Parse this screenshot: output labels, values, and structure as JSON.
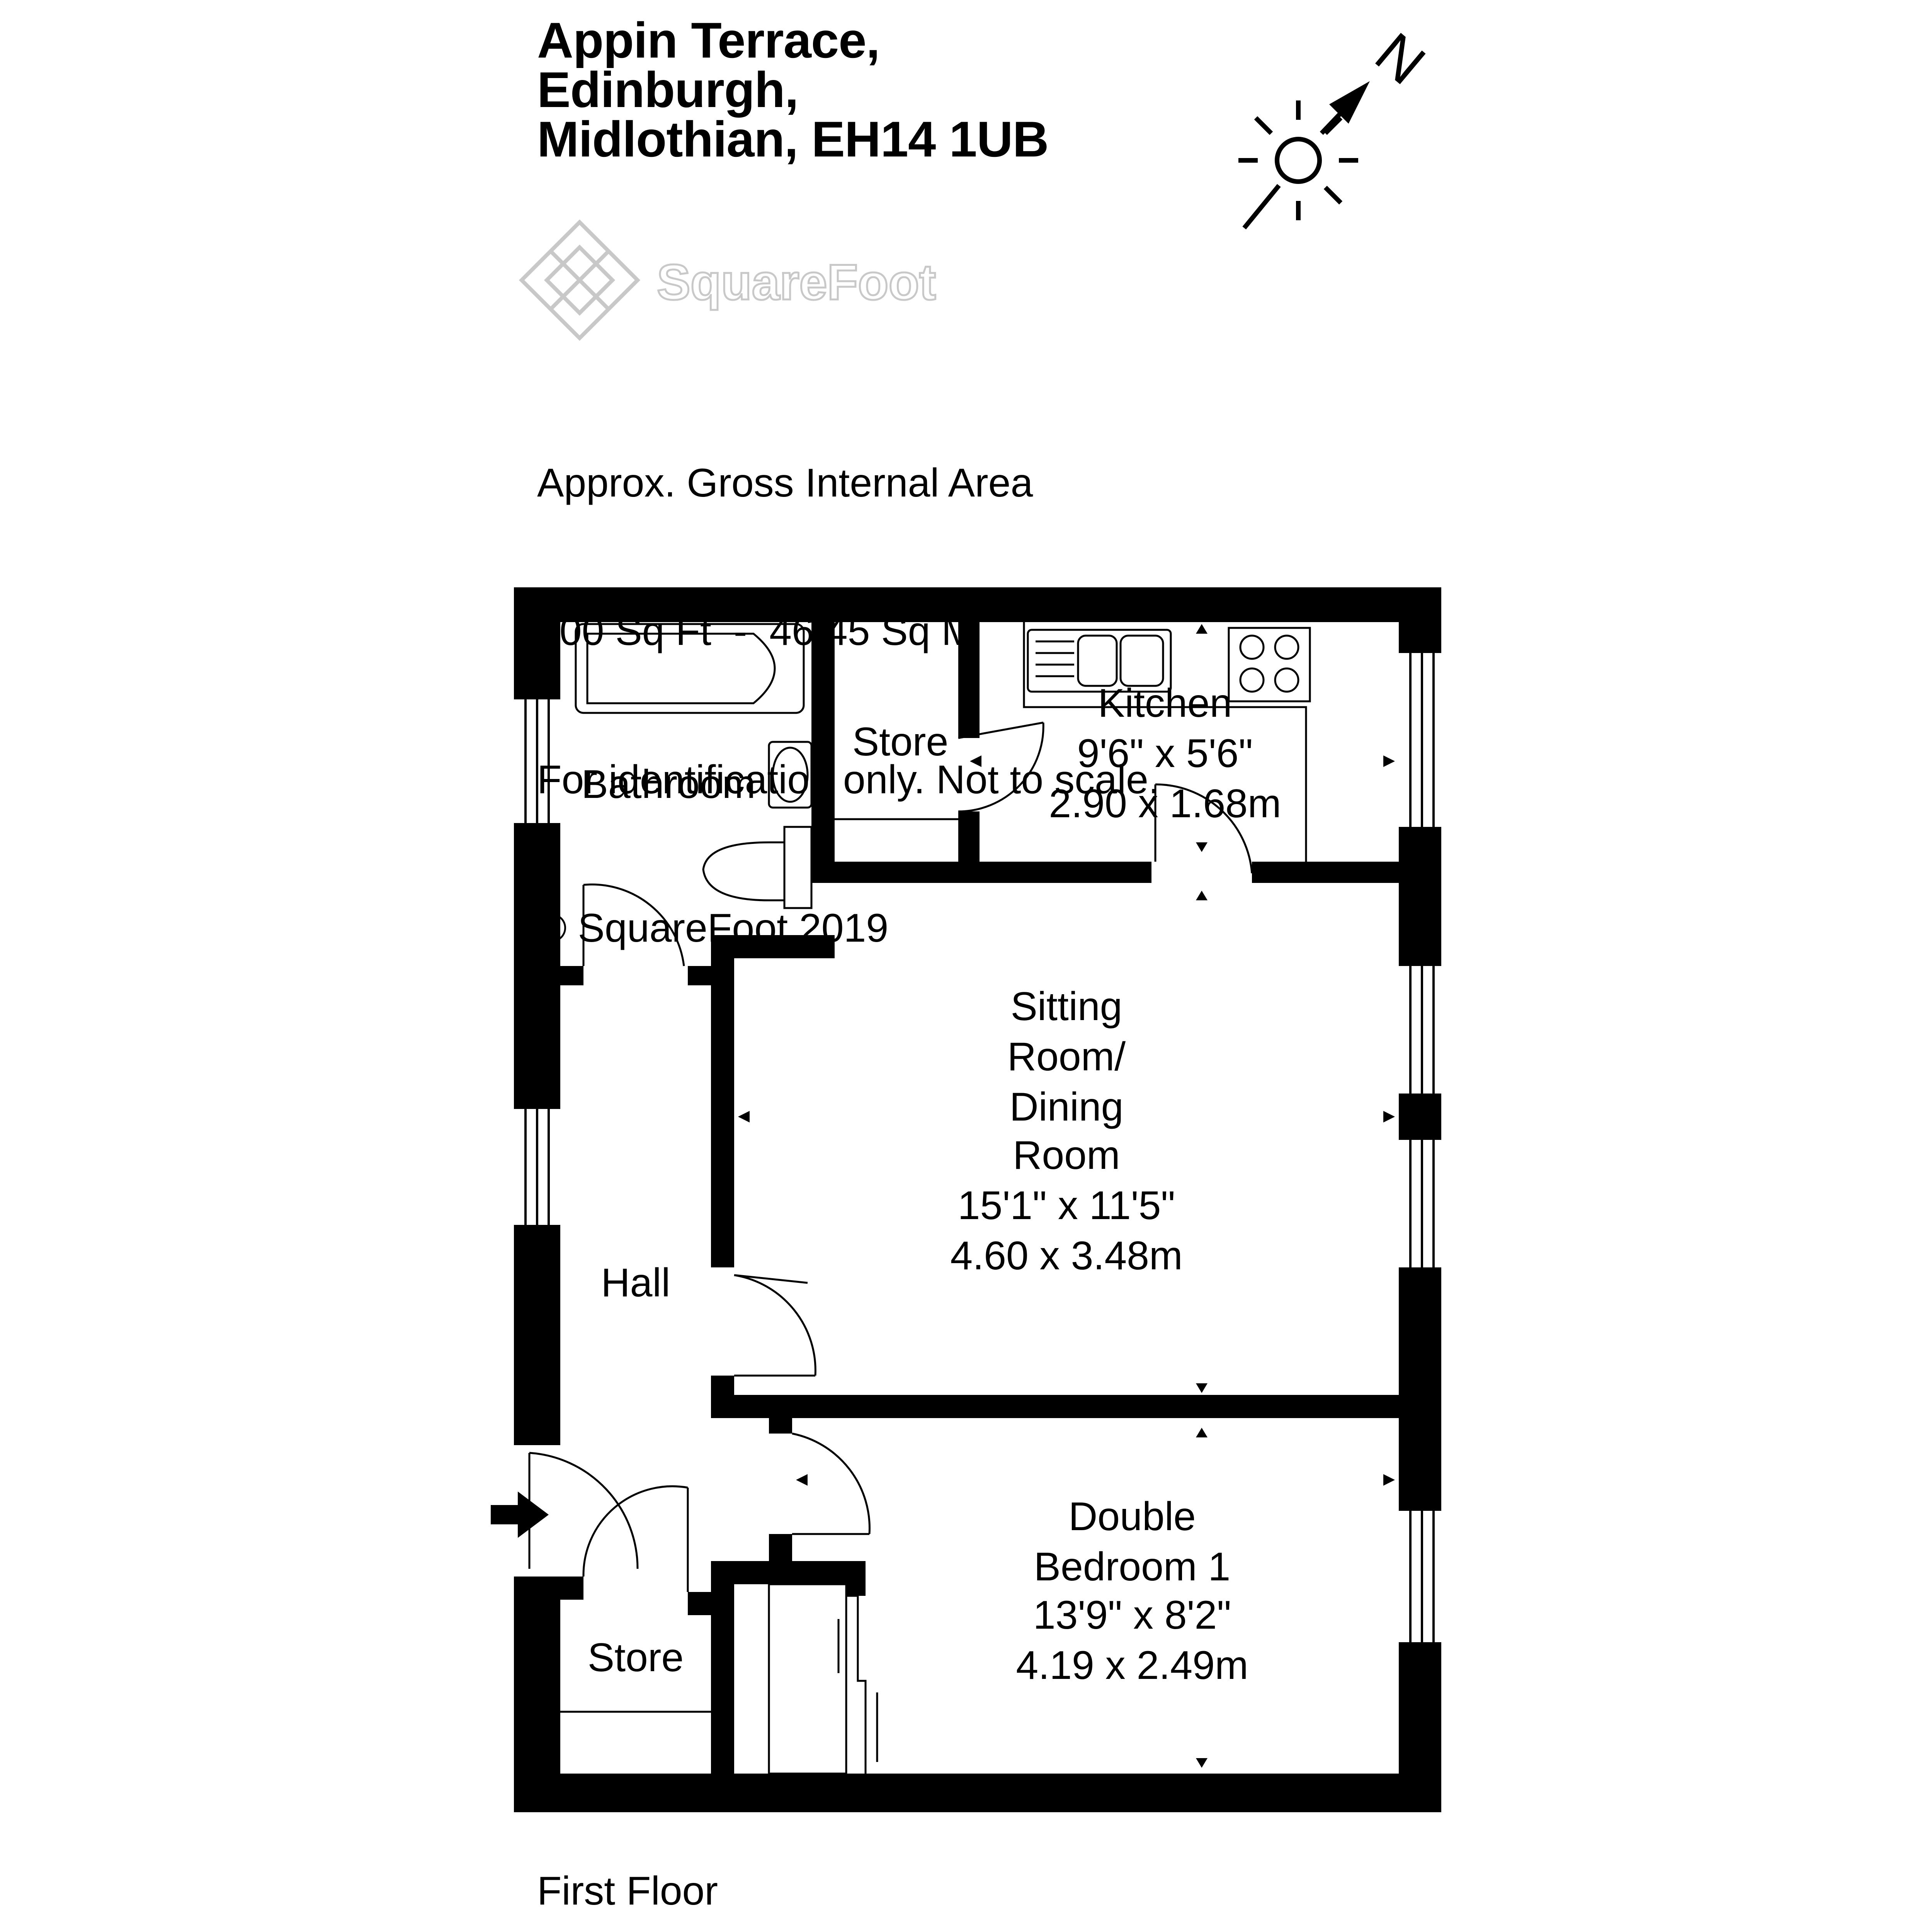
{
  "address": {
    "line1": "Appin Terrace,",
    "line2": "Edinburgh,",
    "line3": "Midlothian, EH14 1UB"
  },
  "logo": {
    "text": "SquareFoot"
  },
  "info": {
    "line1": "Approx. Gross Internal Area",
    "line2": "500 Sq Ft  -  46.45 Sq M",
    "line3": "For identification only. Not to scale.",
    "line4": "© SquareFoot 2019"
  },
  "compass": {
    "letter": "N"
  },
  "rooms": {
    "bathroom": {
      "name": "Bathroom"
    },
    "store_top": {
      "name": "Store"
    },
    "kitchen": {
      "name": "Kitchen",
      "imperial": "9'6\" x 5'6\"",
      "metric": "2.90 x 1.68m"
    },
    "sitting": {
      "name1": "Sitting",
      "name2": "Room/",
      "name3": "Dining",
      "name4": "Room",
      "imperial": "15'1\" x 11'5\"",
      "metric": "4.60 x 3.48m"
    },
    "hall": {
      "name": "Hall"
    },
    "bedroom": {
      "name1": "Double",
      "name2": "Bedroom 1",
      "imperial": "13'9\" x 8'2\"",
      "metric": "4.19 x 2.49m"
    },
    "store_bottom": {
      "name": "Store"
    }
  },
  "floor_label": "First Floor"
}
